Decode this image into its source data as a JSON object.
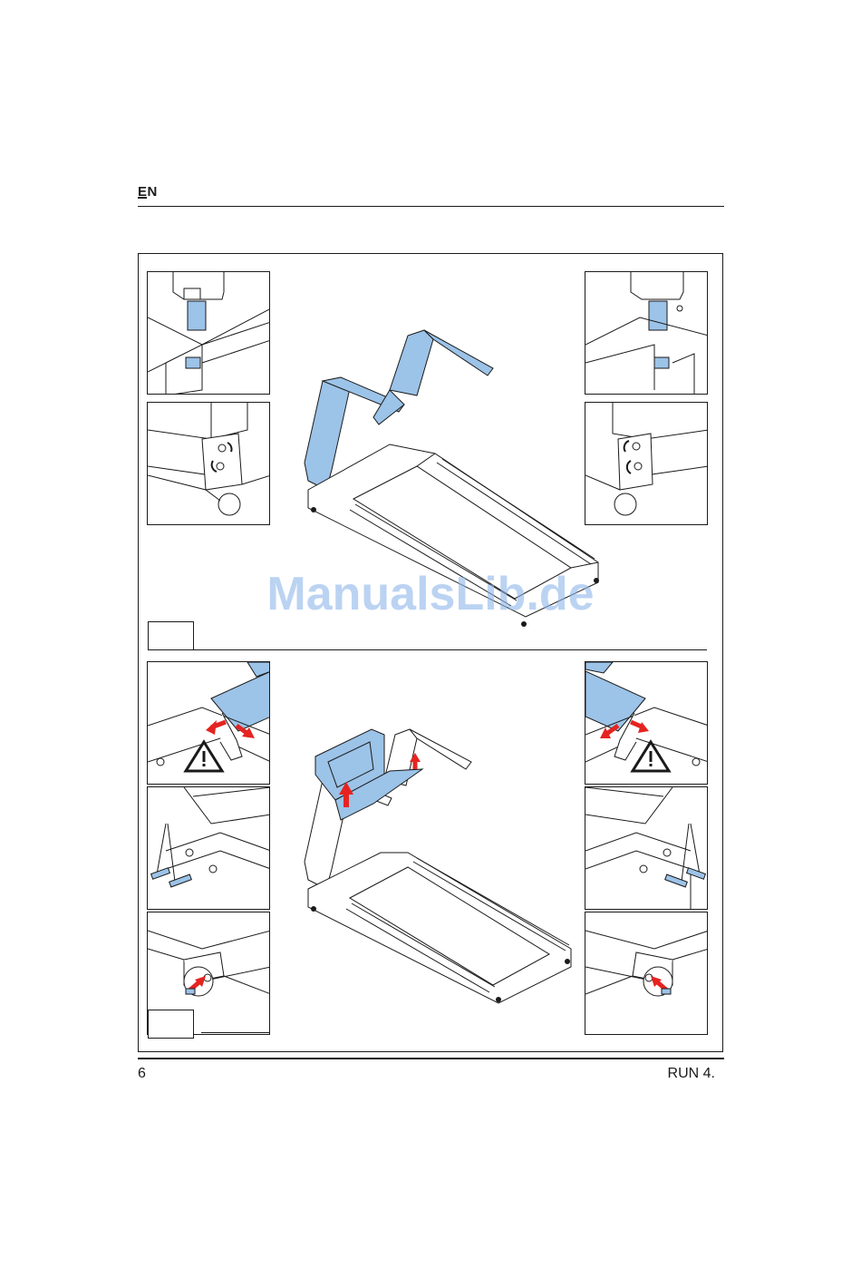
{
  "header": {
    "language_code": "EN"
  },
  "footer": {
    "page_number": "6",
    "model": "RUN 4."
  },
  "watermark": {
    "text": "ManualsLib.de"
  },
  "colors": {
    "highlight_part": "#9cc3e8",
    "arrow": "#e52421",
    "line": "#1a1a1a"
  },
  "icons": {
    "warning": "warning-triangle-icon",
    "rotation": "rotate-arrow-icon"
  }
}
